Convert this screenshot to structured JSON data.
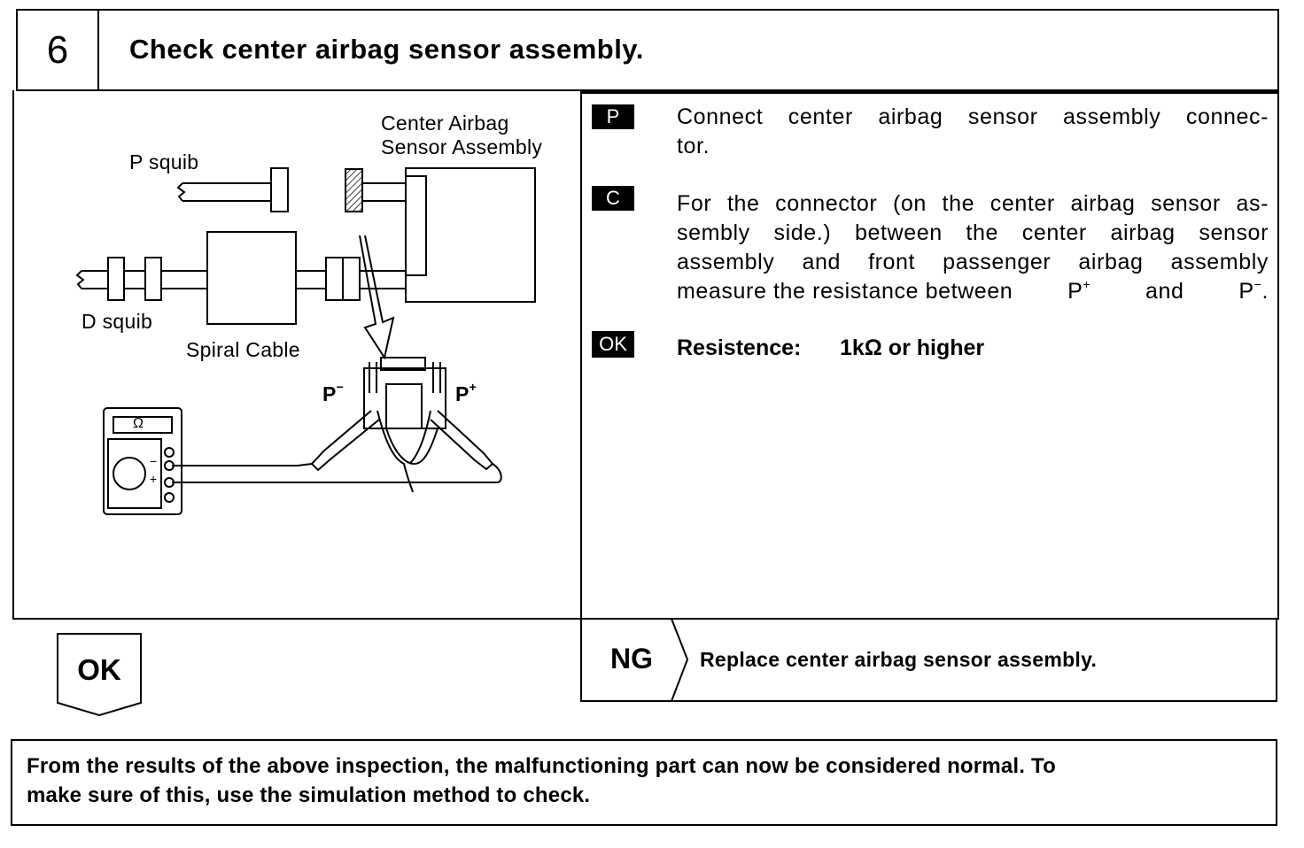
{
  "step": {
    "number": "6",
    "title": "Check center airbag sensor assembly."
  },
  "diagram": {
    "label_center_airbag_1": "Center Airbag",
    "label_center_airbag_2": "Sensor Assembly",
    "label_p_squib": "P squib",
    "label_d_squib": "D squib",
    "label_spiral_cable": "Spiral Cable",
    "label_p_minus": "P",
    "label_p_minus_sup": "−",
    "label_p_plus": "P",
    "label_p_plus_sup": "+",
    "meter_unit": "Ω",
    "meter_minus": "−",
    "meter_plus": "+"
  },
  "instructions": {
    "prep": {
      "badge": "P",
      "line1": "Connect center airbag sensor assembly connec-",
      "line2": "tor."
    },
    "check": {
      "badge": "C",
      "line1": "For the connector (on the center airbag sensor as-",
      "line2": "sembly side.) between the center airbag sensor",
      "line3": "assembly and front passenger airbag assembly",
      "line4_text": "measure the resistance between",
      "line4_p1": "P",
      "line4_p1_sup": "+",
      "line4_and": "and",
      "line4_p2": "P",
      "line4_p2_sup": "−",
      "line4_end": "."
    },
    "ok": {
      "badge": "OK",
      "label": "Resistence:",
      "value": "1kΩ or higher"
    }
  },
  "results": {
    "ok_label": "OK",
    "ng_label": "NG",
    "ng_action": "Replace center airbag sensor assembly."
  },
  "note": {
    "line1": "From the results of the above inspection, the malfunctioning part can now be considered normal. To",
    "line2": "make sure of this, use the simulation method to check."
  }
}
